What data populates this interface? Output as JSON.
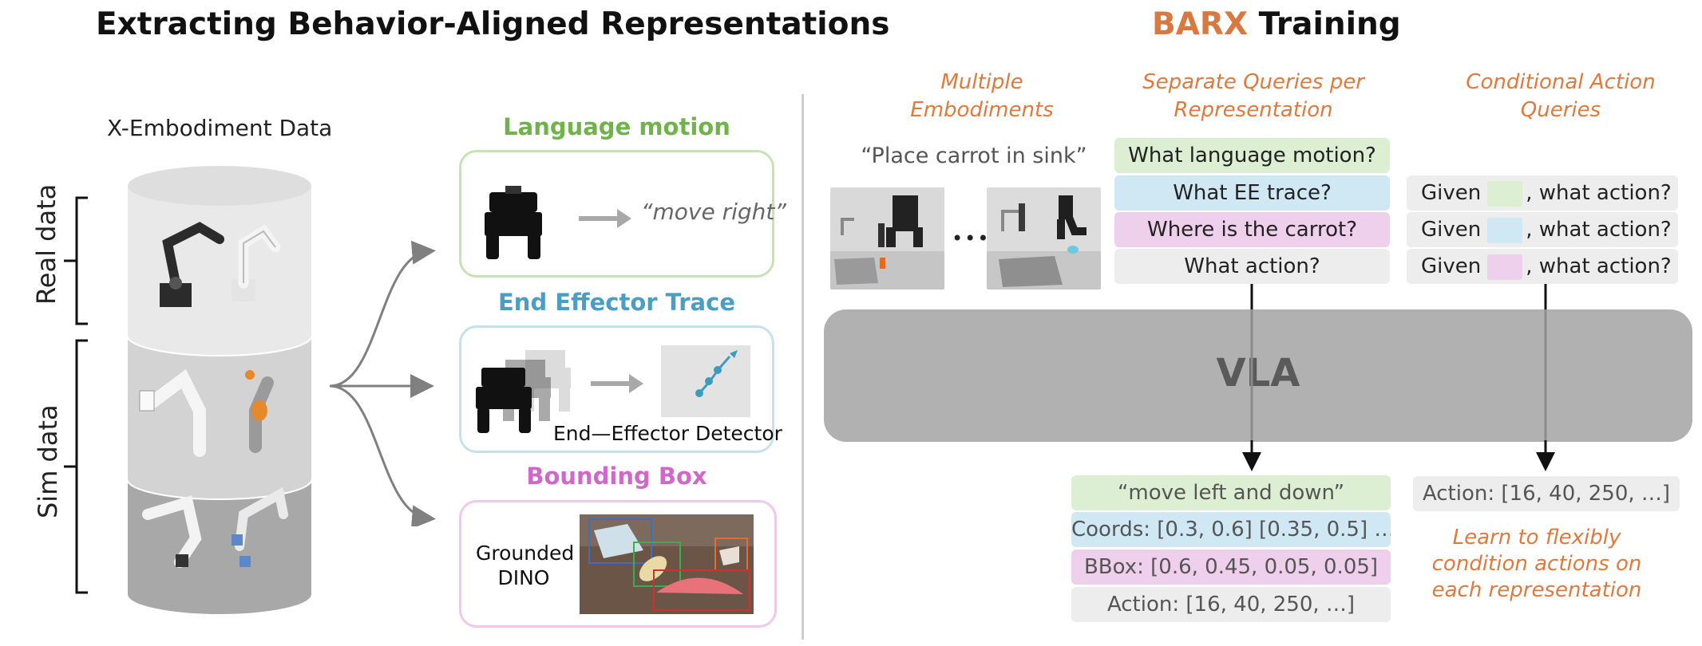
{
  "left": {
    "title": "Extracting Behavior-Aligned Representations",
    "dataset_label": "X-Embodiment Data",
    "real_label": "Real data",
    "sim_label": "Sim data",
    "language_motion": {
      "title": "Language motion",
      "output": "“move right”",
      "color": "#6fb34a"
    },
    "ee_trace": {
      "title": "End Effector Trace",
      "detector": "End—Effector Detector",
      "color": "#4a9ec4"
    },
    "bbox": {
      "title": "Bounding Box",
      "detector_line1": "Grounded",
      "detector_line2": "DINO",
      "color": "#cf68c7"
    }
  },
  "right": {
    "title_brand": "BARX",
    "title_rest": " Training",
    "brand_color": "#d9783f",
    "col1_header_line1": "Multiple",
    "col1_header_line2": "Embodiments",
    "col2_header_line1": "Separate Queries per",
    "col2_header_line2": "Representation",
    "col3_header_line1": "Conditional Action",
    "col3_header_line2": "Queries",
    "instruction": "“Place carrot in sink”",
    "ellipsis": "•••",
    "queries": [
      "What language motion?",
      "What EE trace?",
      "Where is the carrot?",
      "What action?"
    ],
    "conditional_prefix": "Given",
    "conditional_suffix": ", what action?",
    "model_label": "VLA",
    "outputs": [
      "“move left and down”",
      "Coords: [0.3, 0.6] [0.35, 0.5] …",
      "BBox: [0.6, 0.45, 0.05, 0.05]",
      "Action: [16, 40, 250, …]"
    ],
    "cond_output": "Action: [16, 40, 250, …]",
    "takeaway_line1": "Learn to flexibly",
    "takeaway_line2": "condition actions on",
    "takeaway_line3": "each representation"
  }
}
